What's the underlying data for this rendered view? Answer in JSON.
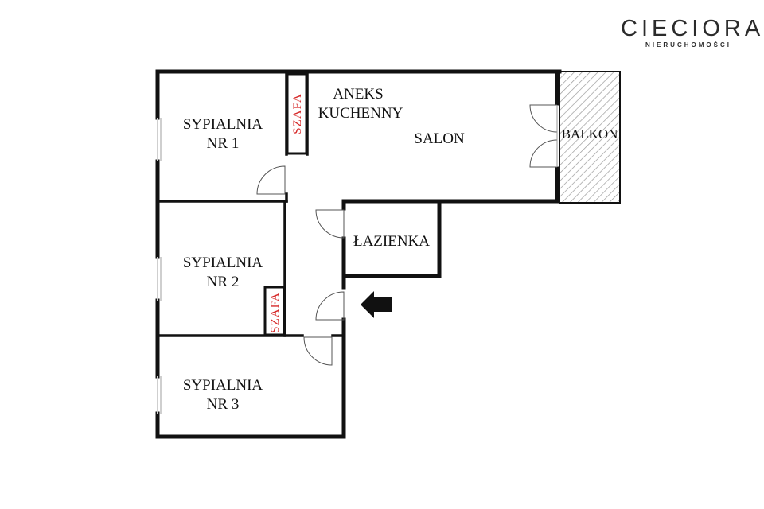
{
  "logo": {
    "name": "CIECIORA",
    "subtitle": "NIERUCHOMOŚCI"
  },
  "rooms": {
    "bedroom1": {
      "line1": "SYPIALNIA",
      "line2": "NR 1"
    },
    "bedroom2": {
      "line1": "SYPIALNIA",
      "line2": "NR 2"
    },
    "bedroom3": {
      "line1": "SYPIALNIA",
      "line2": "NR 3"
    },
    "kitchenette": {
      "line1": "ANEKS",
      "line2": "KUCHENNY"
    },
    "living_room": "SALON",
    "bathroom": "ŁAZIENKA",
    "balcony": "BALKON",
    "wardrobe1": "SZAFA",
    "wardrobe2": "SZAFA"
  },
  "colors": {
    "wall": "#111111",
    "wardrobe_text": "#d62828",
    "window": "#cfcfcf",
    "balcony_hatch": "#9a9a9a"
  },
  "icons": {
    "entrance": "arrow-left-icon"
  }
}
